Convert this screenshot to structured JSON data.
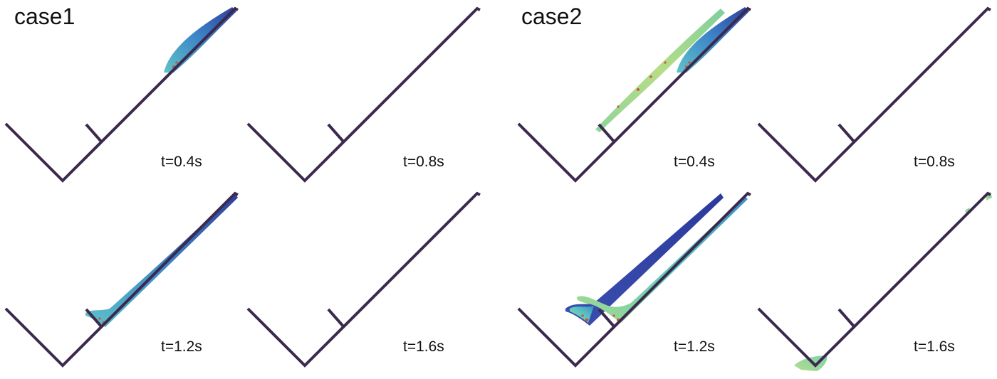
{
  "cases": [
    {
      "label": "case1",
      "has_baffle": true,
      "panels": [
        {
          "time": "t=0.4s",
          "stage": "0.4"
        },
        {
          "time": "t=0.8s",
          "stage": "0.8"
        },
        {
          "time": "t=1.2s",
          "stage": "1.2"
        },
        {
          "time": "t=1.6s",
          "stage": "1.6"
        }
      ]
    },
    {
      "label": "case2",
      "has_baffle": true,
      "panels": [
        {
          "time": "t=0.4s",
          "stage": "0.4"
        },
        {
          "time": "t=0.8s",
          "stage": "0.8b"
        },
        {
          "time": "t=1.2s",
          "stage": "1.2b"
        },
        {
          "time": "t=1.6s",
          "stage": "1.6b"
        }
      ]
    }
  ],
  "colors": {
    "wall": "#3b2a4d",
    "flow_low": "#2f4fa8",
    "flow_mid": "#46b6c8",
    "flow_high": "#a8dc8c",
    "flow_hot": "#d9412c"
  }
}
